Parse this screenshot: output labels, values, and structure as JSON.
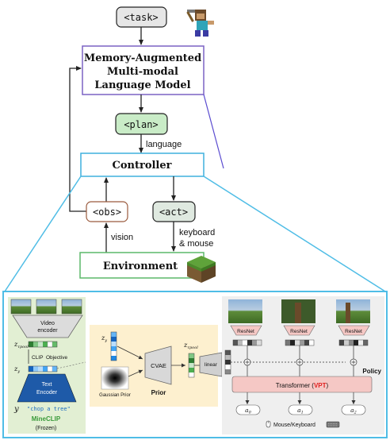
{
  "top": {
    "task": "<task>",
    "model_line1": "Memory-Augmented",
    "model_line2": "Multi-modal",
    "model_line3": "Language Model",
    "plan": "<plan>",
    "language": "language",
    "controller": "Controller",
    "obs": "<obs>",
    "act": "<act>",
    "vision": "vision",
    "keyboard_line1": "keyboard",
    "keyboard_line2": "& mouse",
    "environment": "Environment"
  },
  "detail": {
    "video_encoder_line1": "Video",
    "video_encoder_line2": "encoder",
    "z_pool": "z",
    "z_pool_sub": "τpool",
    "z_y": "z",
    "z_y_sub": "y",
    "clip_objective_line1": "CLIP",
    "clip_objective_line2": "Objective",
    "text_encoder_line1": "Text",
    "text_encoder_line2": "Encoder",
    "y_symbol": "y",
    "y_text": "\"chop a tree\"",
    "mineclip": "MineCLIP",
    "frozen": "(Frozen)",
    "gaussian_prior": "Gaussian Prior",
    "cvae": "CVAE",
    "prior": "Prior",
    "linear": "linear",
    "resnet1": "ResNet",
    "resnet2": "ResNet",
    "resnet3": "ResNet",
    "policy": "Policy",
    "transformer": "Transformer (",
    "transformer_vpt": "VPT",
    "transformer_close": ")",
    "a0": "a",
    "a0_sub": "0",
    "a1": "a",
    "a1_sub": "1",
    "a2": "a",
    "a2_sub": "2",
    "mouse_keyboard": "Mouse/Keyboard"
  },
  "colors": {
    "model_border": "#7b62c4",
    "plan_fill": "#c9ecc7",
    "controller_border": "#3fb1de",
    "act_fill": "#dfe9e0",
    "obs_border": "#9a5b3e",
    "env_border": "#5cb86a",
    "detail_border": "#4fbde6",
    "mineclip_fill": "#e2efd3",
    "prior_fill": "#fdf0cf",
    "policy_fill": "#efefef",
    "transformer_fill": "#f5c8c5",
    "vpt_red": "#e02020",
    "mineclip_green": "#3a9a3a"
  }
}
